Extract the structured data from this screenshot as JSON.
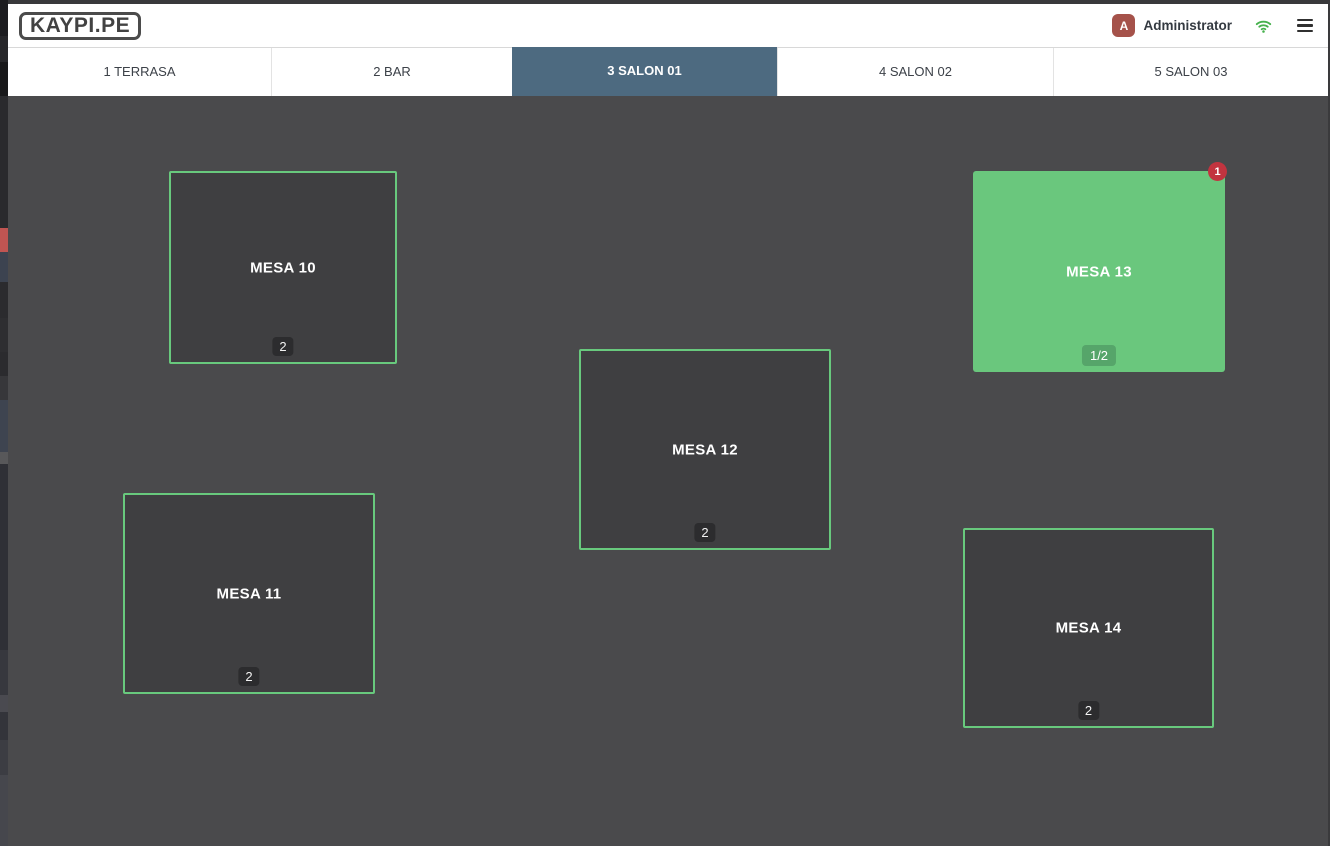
{
  "app": {
    "logo": "KAYPI.PE"
  },
  "header": {
    "user": {
      "avatar_letter": "A",
      "name": "Administrator",
      "avatar_color": "#a5524a"
    },
    "wifi_color": "#46b14d"
  },
  "tabs": [
    {
      "label": "1 TERRASA",
      "class": "tab",
      "style": "width:263px"
    },
    {
      "label": "2 BAR",
      "class": "tab",
      "style": "width:241px"
    },
    {
      "label": "3 SALON 01",
      "class": "tab active",
      "style": "width:265px"
    },
    {
      "label": "4 SALON 02",
      "class": "tab",
      "style": "width:276px"
    },
    {
      "label": "5 SALON 03",
      "class": "tab last",
      "style": "width:277px"
    }
  ],
  "floor": {
    "tables": [
      {
        "label": "MESA 10",
        "capacity": "2",
        "state": "free",
        "class": "table-card",
        "style": "left:161px;top:75px;width:228px;height:193px"
      },
      {
        "label": "MESA 13",
        "capacity": "1/2",
        "state": "occupied",
        "notification": "1",
        "class": "table-card occupied",
        "style": "left:965px;top:75px;width:252px;height:201px"
      },
      {
        "label": "MESA 12",
        "capacity": "2",
        "state": "free",
        "class": "table-card",
        "style": "left:571px;top:253px;width:252px;height:201px"
      },
      {
        "label": "MESA 11",
        "capacity": "2",
        "state": "free",
        "class": "table-card",
        "style": "left:115px;top:397px;width:252px;height:201px"
      },
      {
        "label": "MESA 14",
        "capacity": "2",
        "state": "free",
        "class": "table-card",
        "style": "left:955px;top:432px;width:251px;height:200px"
      }
    ],
    "colors": {
      "canvas_bg": "#4a4a4c",
      "free_fill": "#3f3f41",
      "free_border": "#68c97d",
      "occupied_fill": "#6ac77d",
      "occupied_badge": "#56a56a",
      "capacity_badge": "#2c2c2e",
      "notification_red": "#c2343f",
      "active_tab": "#4d6a80"
    }
  },
  "edge": {
    "segments": [
      "height:36px;background:#1d1d20",
      "height:26px;background:#27272a",
      "height:34px;background:#18181a",
      "height:132px;background:#2a2a2d",
      "height:24px;background:#c05552",
      "height:30px;background:#3c4350",
      "height:36px;background:#2b2b2e",
      "height:34px;background:#2e2e31",
      "height:24px;background:#2b2b2e",
      "height:24px;background:#37373a",
      "height:52px;background:#3e4450",
      "height:12px;background:#58585a",
      "height:186px;background:#2f3036",
      "height:45px;background:#37383e",
      "height:17px;background:#4a4a50",
      "height:28px;background:#33343a",
      "height:35px;background:#3c3d43",
      "height:71px;background:#46474d"
    ]
  }
}
